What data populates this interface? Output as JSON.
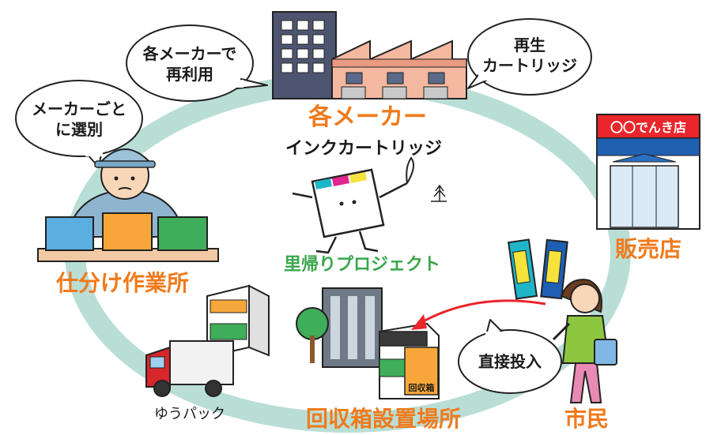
{
  "labels": {
    "makers": "各メーカー",
    "store": "販売店",
    "sorting": "仕分け作業所",
    "collection": "回収箱設置場所",
    "citizen": "市民",
    "yupack": "ゆうパック"
  },
  "bubbles": {
    "reuse_line1": "各メーカーで",
    "reuse_line2": "再利用",
    "recycled_line1": "再生",
    "recycled_line2": "カートリッジ",
    "sort_line1": "メーカーごと",
    "sort_line2": "に選別",
    "direct": "直接投入"
  },
  "logo": {
    "title": "インクカートリッジ",
    "subtitle": "里帰りプロジェクト"
  },
  "signs": {
    "store_sign": "〇〇でんき店",
    "box_label": "回収箱"
  },
  "colors": {
    "cycle_ring": "#b9ded5",
    "label_orange": "#f07a1c",
    "box_blue": "#5aaee0",
    "box_orange": "#f7a73a",
    "box_green": "#3fae5a",
    "logo_green": "#3aa64b",
    "arrow_red": "#e8262b"
  }
}
